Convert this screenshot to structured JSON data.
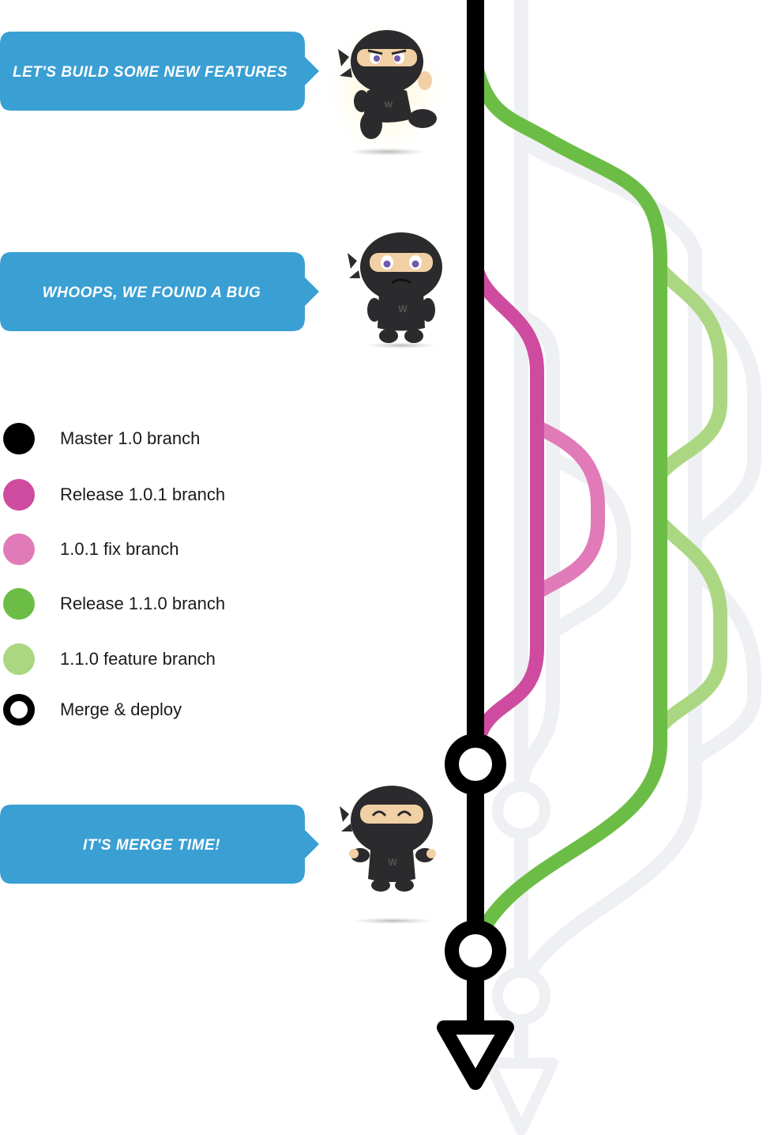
{
  "bubbles": [
    {
      "text": "LET'S BUILD SOME NEW FEATURES"
    },
    {
      "text": "WHOOPS, WE FOUND A BUG"
    },
    {
      "text": "IT'S MERGE TIME!"
    }
  ],
  "legend": [
    {
      "label": "Master 1.0 branch",
      "color": "#000000",
      "style": "filled"
    },
    {
      "label": "Release 1.0.1 branch",
      "color": "#cf4b9f",
      "style": "filled"
    },
    {
      "label": "1.0.1 fix branch",
      "color": "#e17ab8",
      "style": "filled"
    },
    {
      "label": "Release 1.1.0 branch",
      "color": "#6cbd45",
      "style": "filled"
    },
    {
      "label": "1.1.0 feature branch",
      "color": "#acd782",
      "style": "filled"
    },
    {
      "label": "Merge & deploy",
      "color": "#000000",
      "style": "ring"
    }
  ],
  "colors": {
    "bubble": "#3a9fd3",
    "master": "#000000",
    "release_101": "#cf4b9f",
    "fix_101": "#e17ab8",
    "release_110": "#6cbd45",
    "feature_110": "#acd782",
    "shadow": "#eef0f3",
    "ninja_body": "#2b2b2d"
  },
  "ninjas": [
    {
      "expression": "determined",
      "pose": "jumping"
    },
    {
      "expression": "worried",
      "pose": "standing"
    },
    {
      "expression": "happy",
      "pose": "arms-out"
    }
  ]
}
